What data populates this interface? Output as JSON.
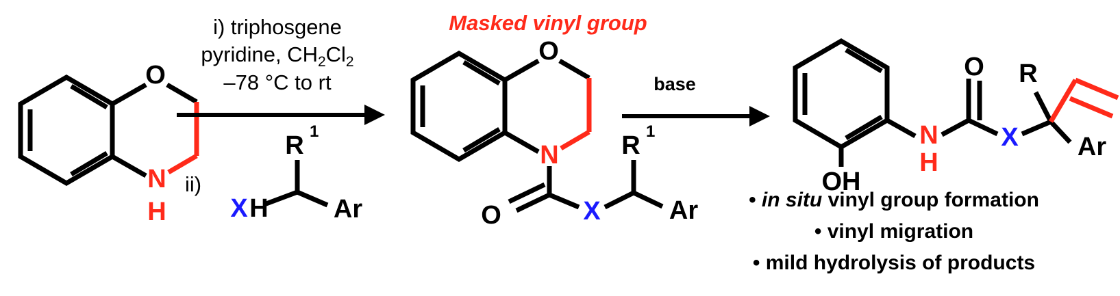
{
  "scheme": {
    "title_annotation": "Masked vinyl group",
    "accent_red": "#ff2a1a",
    "accent_blue": "#1a1aff",
    "background": "#ffffff"
  },
  "step1": {
    "conditions": {
      "line1": "i) triphosgene",
      "line2": "pyridine, CH",
      "line2_sub1": "2",
      "line2_mid": "Cl",
      "line2_sub2": "2",
      "line3": "–78 °C to rt",
      "step2_label": "ii)"
    },
    "reagent_structure": {
      "x_label": "X",
      "h_label": "H",
      "r1_label": "R",
      "r1_superscript": "1",
      "ar_label": "Ar"
    }
  },
  "step2": {
    "condition_label": "base"
  },
  "starting_material": {
    "o_label": "O",
    "n_label": "N",
    "h_label": "H"
  },
  "intermediate": {
    "o_ring_label": "O",
    "n_label": "N",
    "o_carbonyl_label": "O",
    "x_label": "X",
    "r1_label": "R",
    "r1_superscript": "1",
    "ar_label": "Ar"
  },
  "product": {
    "oh_label": "OH",
    "n_label": "N",
    "h_label": "H",
    "o_carbonyl_label": "O",
    "x_label": "X",
    "r_label": "R",
    "ar_label": "Ar"
  },
  "features": {
    "bullets": [
      {
        "marker": "•",
        "italic_part": "in situ",
        "rest": " vinyl group formation"
      },
      {
        "marker": "•",
        "italic_part": "",
        "rest": "vinyl migration"
      },
      {
        "marker": "•",
        "italic_part": "",
        "rest": "mild hydrolysis of products"
      }
    ]
  }
}
